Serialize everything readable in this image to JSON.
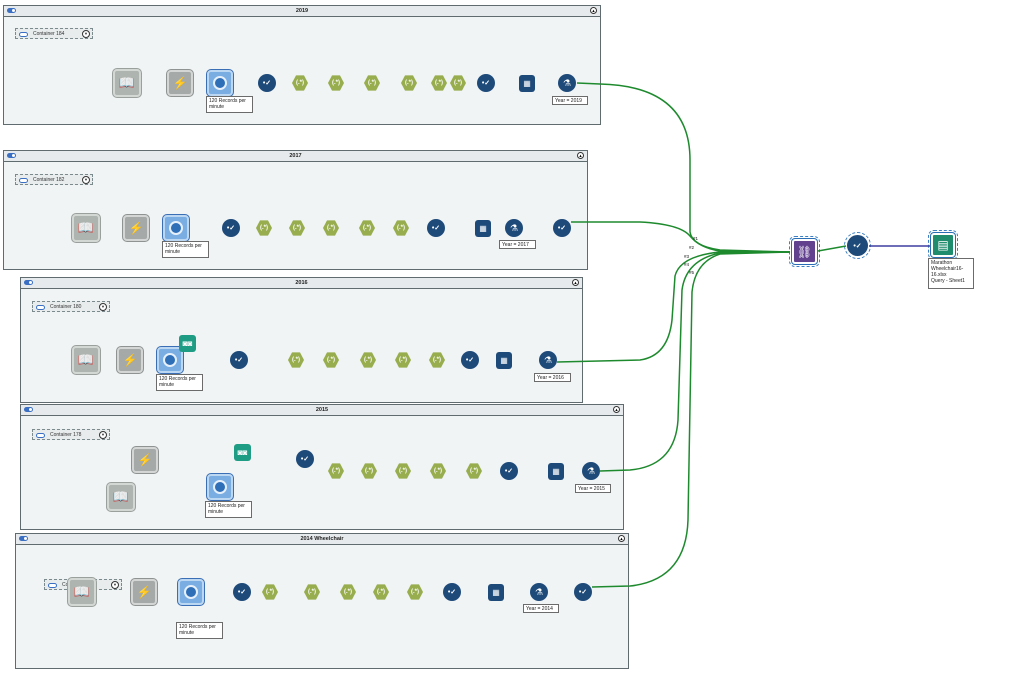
{
  "containers": [
    {
      "title": "2019",
      "sub_label": "Container 184",
      "download_label": "120 Records per\nminute",
      "year_label": "Year = 2019"
    },
    {
      "title": "2017",
      "sub_label": "Container 182",
      "download_label": "120 Records per\nminute",
      "year_label": "Year = 2017"
    },
    {
      "title": "2016",
      "sub_label": "Container 180",
      "download_label": "120 Records per\nminute",
      "year_label": "Year = 2016"
    },
    {
      "title": "2015",
      "sub_label": "Container 178",
      "download_label": "120 Records per\nminute",
      "year_label": "Year = 2015"
    },
    {
      "title": "2014 Wheelchair",
      "sub_label": "Container 176",
      "download_label": "120 Records per\nminute",
      "year_label": "Year = 2014"
    }
  ],
  "union_inputs": [
    "#1",
    "#2",
    "#3",
    "#4",
    "#5"
  ],
  "output_label": "Marathon\nWheelchair16-\n16.xlsx\nQuery - Sheet1",
  "icons": {
    "input": "book-icon",
    "text_input": "lightning-icon",
    "download": "download-globe-icon",
    "select": "select-check-icon",
    "formula": "regex-hex-icon",
    "crosstab": "crosstab-icon",
    "formula_flask": "formula-flask-icon",
    "union": "union-icon",
    "browse": "browse-binoculars-icon",
    "output": "output-sheet-icon"
  },
  "colors": {
    "wire": "#1e8a2e",
    "blue_tool": "#1e4a7a",
    "hex_tool": "#97ad4e",
    "union": "#62418f",
    "output_wire": "#3f3fa0"
  }
}
